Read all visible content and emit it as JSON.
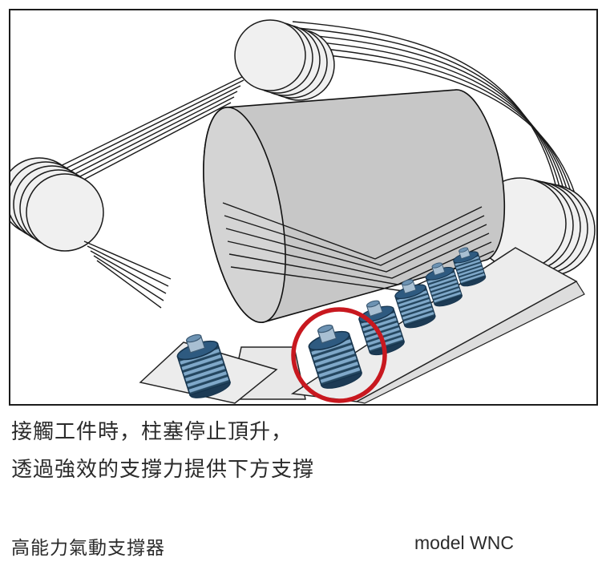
{
  "diagram": {
    "highlight_color": "#c8181f",
    "machine_body_color": "#c7c7c7",
    "machine_cap_color": "#d4d4d4",
    "support_body_color": "#7fa8c9"
  },
  "caption": {
    "line1": "接觸工件時，柱塞停止頂升，",
    "line2": "透過強效的支撐力提供下方支撐"
  },
  "product": {
    "name": "高能力氣動支撐器",
    "model": "model WNC"
  }
}
